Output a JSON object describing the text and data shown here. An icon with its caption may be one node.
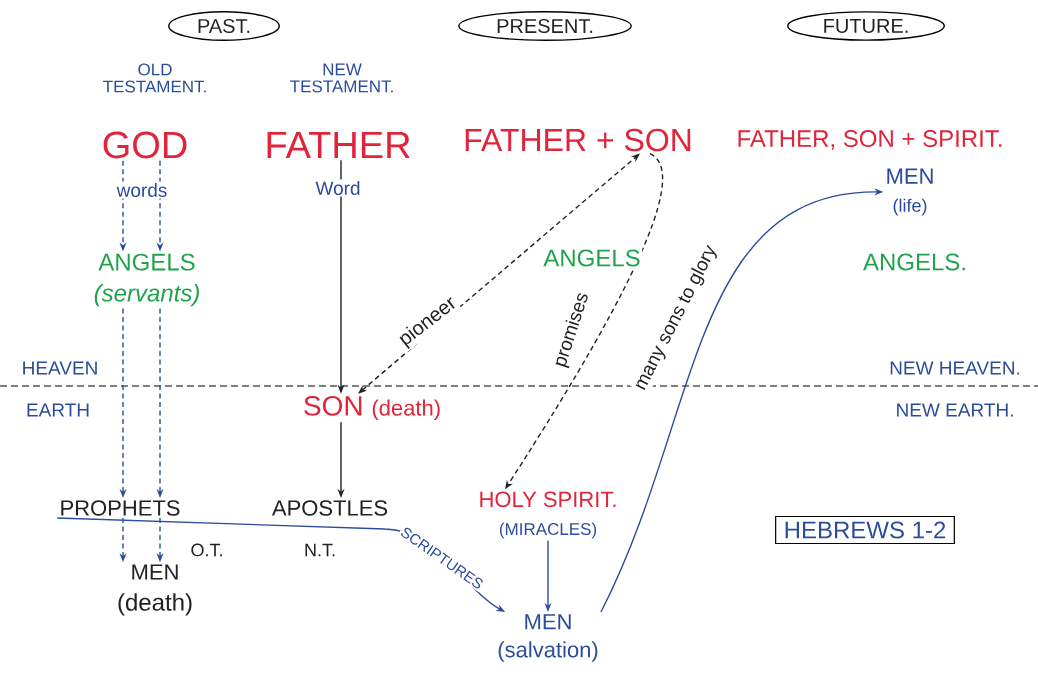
{
  "diagram": {
    "nodes": [
      {
        "text": [
          "PAST."
        ]
      },
      {
        "text": [
          "PRESENT."
        ]
      },
      {
        "text": [
          "FUTURE."
        ]
      },
      {
        "text": [
          "GOD"
        ]
      },
      {
        "text": [
          "FATHER"
        ]
      },
      {
        "text": [
          "FATHER + SON"
        ]
      },
      {
        "text": [
          "FATHER, SON + SPIRIT."
        ]
      },
      {
        "text": [
          "ANGELS",
          "(servants)"
        ]
      },
      {
        "text": [
          "MEN",
          "(life)"
        ]
      },
      {
        "text": [
          "SON",
          "(death)"
        ]
      },
      {
        "text": [
          "PROPHETS"
        ]
      },
      {
        "text": [
          "APOSTLES"
        ]
      },
      {
        "text": [
          "HOLY SPIRIT.",
          "(MIRACLES)"
        ]
      },
      {
        "text": [
          "MEN",
          "(death)"
        ]
      },
      {
        "text": [
          "MEN",
          "(salvation)"
        ]
      },
      {
        "text": [
          "HEBREWS 1-2"
        ]
      }
    ],
    "edges": [
      {
        "from": 3,
        "to": 7,
        "arrow": "to",
        "style": "dashed"
      },
      {
        "from": 3,
        "to": 7,
        "arrow": "to",
        "style": "dashed"
      },
      {
        "from": 7,
        "to": 10,
        "arrow": "to",
        "style": "dashed"
      },
      {
        "from": 7,
        "to": 10,
        "arrow": "to",
        "style": "dashed"
      },
      {
        "from": 10,
        "to": 13,
        "arrow": "to",
        "style": "dashed"
      },
      {
        "from": 10,
        "to": 13,
        "arrow": "to",
        "style": "dashed"
      },
      {
        "from": 4,
        "to": 9,
        "arrow": "to",
        "label": "Word",
        "color": "#222222"
      },
      {
        "from": 9,
        "to": 11,
        "arrow": "to",
        "color": "#222222"
      },
      {
        "from": 9,
        "to": 5,
        "arrow": "both",
        "label": "pioneer",
        "style": "dashed",
        "color": "#222222"
      },
      {
        "from": 5,
        "to": 12,
        "arrow": "to",
        "label": "promises",
        "style": "dashed",
        "color": "#222222"
      },
      {
        "from": 12,
        "to": 14,
        "arrow": "to"
      },
      {
        "from": 10,
        "to": 14,
        "arrow": "to",
        "label": "SCRIPTURES"
      },
      {
        "from": 14,
        "to": 8,
        "arrow": "to",
        "label": "many sons to glory"
      }
    ],
    "labels": [
      "OLD TESTAMENT.",
      "NEW TESTAMENT.",
      "words",
      "ANGELS",
      "ANGELS.",
      "HEAVEN",
      "EARTH",
      "NEW HEAVEN.",
      "NEW EARTH.",
      "O.T.",
      "N.T."
    ]
  }
}
